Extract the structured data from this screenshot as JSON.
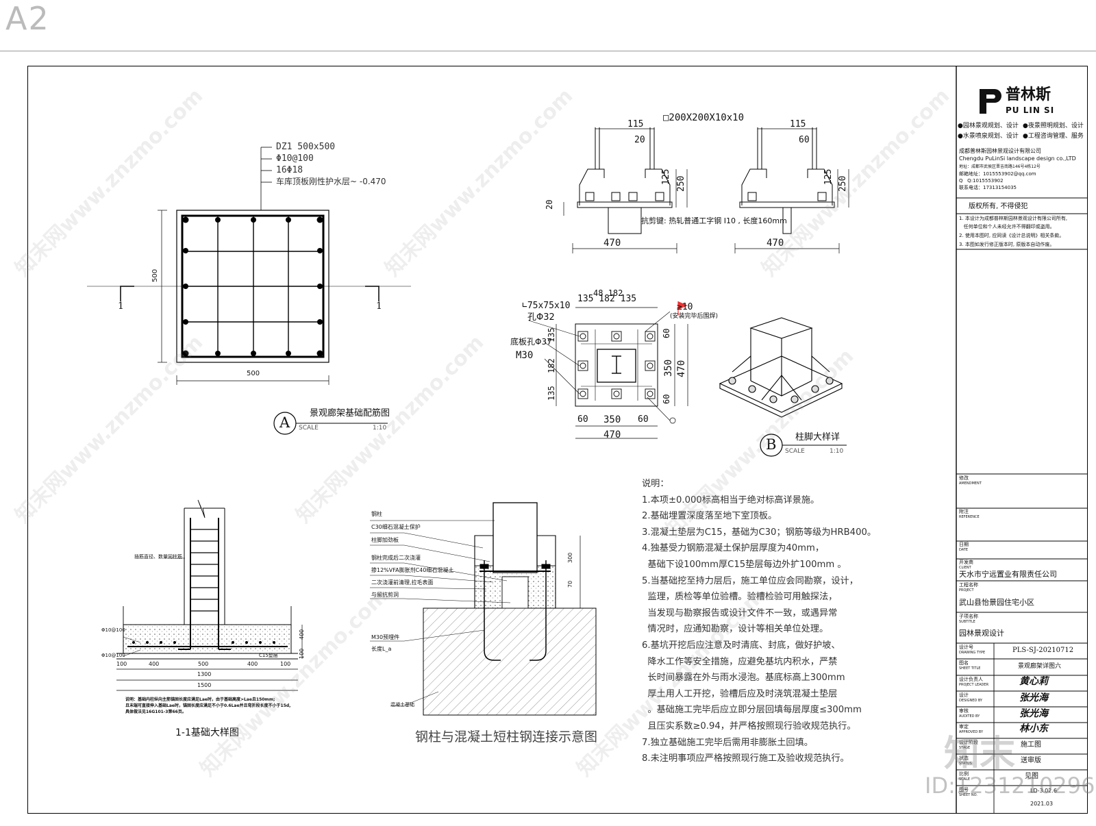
{
  "sheet_mark": "A2",
  "detail_a": {
    "title": "景观廊架基础配筋图",
    "badge": "A",
    "scale_label": "SCALE",
    "scale": "1:10",
    "callout": [
      "DZ1 500x500",
      "Φ10@100",
      "16Φ18",
      "车库顶板刚性护水层~ -0.470"
    ],
    "dim_width": "500",
    "dim_height": "500",
    "section_mark": "1"
  },
  "detail_b": {
    "title": "柱脚大样详",
    "badge": "B",
    "scale_label": "SCALE",
    "scale": "1:10",
    "tube": "□200X200X10x10",
    "dims_top": [
      "115",
      "20",
      "115",
      "60"
    ],
    "dims_side": [
      "125",
      "250",
      "125",
      "250"
    ],
    "dim_20": "20",
    "dim_470": "470",
    "key_note": "抗剪键: 热轧普通工字钢 I10 , 长度160mm",
    "angle": "∟75x75x10",
    "hole1": "孔Φ32",
    "hole2": "底板孔Φ37",
    "bolt": "M30",
    "plan_top_dims": "135 182 135",
    "plan_top_dims2": "48 182",
    "plan_left_dims": [
      "135",
      "182",
      "135"
    ],
    "plan_right_dims": [
      "60",
      "350",
      "60",
      "470"
    ],
    "plan_bottom_dims": [
      "60",
      "350",
      "60"
    ],
    "plan_bottom_total": "470",
    "weld": "≥10",
    "weld_note": "(安装完毕后围焊)"
  },
  "detail_11": {
    "title": "1-1基础大样图",
    "left_label": "插筋直径、数量同柱筋",
    "rebar1": "Φ10@100",
    "rebar2": "Φ10@100",
    "cushion": "C15垫层",
    "dims_row1": [
      "100",
      "400",
      "500",
      "400",
      "100"
    ],
    "dim_1300": "1300",
    "dim_1500": "1500",
    "dims_right": [
      "400",
      "100"
    ],
    "note": [
      "说明：基础内柱纵向主筋锚固长度应满足Lae时，由于基础高度>Lae且150mm;",
      "且末端可直接伸入基础Lae时，锚固长度应满足不小于0.6Lae并且弯折段长度不小于15d,",
      "具体做法见16G101-3第66页。"
    ]
  },
  "detail_conn": {
    "title": "钢柱与混凝土短柱钢连接示意图",
    "labels": [
      "钢柱",
      "C30细石混凝土保护",
      "柱脚加劲板",
      "钢柱完成后二次浇灌",
      "掺12%VFA膨胀剂C40细石混凝土",
      "二次浇灌前清理,拉毛表面",
      "与留抗剪洞",
      "M30预埋件",
      "长度L_a",
      "混凝土基础"
    ],
    "dim_300": "300",
    "dim_70": "70"
  },
  "notes": {
    "heading": "说明：",
    "lines": [
      "1.本项±0.000标高相当于绝对标高详景施。",
      "2.基础埋置深度落至地下室顶板。",
      "3.混凝土垫层为C15，基础为C30；钢筋等级为HRB400。",
      "4.独基受力钢筋混凝土保护层厚度为40mm，",
      "  基础下设100mm厚C15垫层每边外扩100mm 。",
      "5.当基础挖至持力层后，施工单位应会同勘察，设计，",
      "  监理，质检等单位验槽。验槽检验可用触探法，",
      "  当发现与勘察报告或设计文件不一致，或遇异常",
      "  情况时，应通知勘察，设计等相关单位处理。",
      "6.基坑开挖后应注意及时清底、封底，做好护坡、",
      "  降水工作等安全措施，应避免基坑内积水，严禁",
      "  长时间暴露在外与雨水浸泡。基底标高上300mm",
      "  厚土用人工开挖，验槽后应及时浇筑混凝土垫层",
      "  。基础施工完毕后应立即分层回填每层厚度≤300mm",
      "  且压实系数≥0.94，并严格按照现行验收规范执行。",
      "7.独立基础施工完毕后需用非膨胀土回填。",
      "8.未注明事项应严格按照现行施工及验收规范执行。"
    ]
  },
  "title_block": {
    "brand_cn": "普林斯",
    "brand_en": "PU LIN SI",
    "services": [
      "●园林景观规划、设计",
      "●夜景照明规划、设计",
      "●水景喷泉规划、设计",
      "●工程咨询管理、服务"
    ],
    "company_cn": "成都普林斯园林景观设计有限公司",
    "company_en": "Chengdu PuLinSi landscape design co.,LTD",
    "contact": [
      "地址：成都市武侯区晋吉南路146号4栋12号",
      "邮箱地址：1015553902@qq.com",
      "Q   Q:1015553902",
      "联系电话：17313154035"
    ],
    "copyright_title": "版权所有, 不得侵犯",
    "copyright_lines": [
      "1. 本设计为成都普林斯园林景观设计有限公司所有,",
      "   任何单位和个人未经允许不得翻印或盗用。",
      "2. 使用本图时, 应同读《设计总说明》相关条款。",
      "3. 本图如发行修正版本时, 原版本自动作废。"
    ],
    "amendment_cn": "修改",
    "amendment_en": "AMENDMENT",
    "reference_cn": "附注",
    "reference_en": "REFERENCE",
    "date_cn": "日期",
    "date_en": "DATE",
    "client_cn": "开发商",
    "client_en": "CLIENT",
    "client": "天水市宁远置业有限责任公司",
    "project_cn": "工程名称",
    "project_en": "PROJECT",
    "project": "武山县怡景园住宅小区",
    "subtitle_cn": "子项名称",
    "subtitle_en": "SUBTITLE",
    "subtitle": "园林景观设计",
    "drawing_type_cn": "设计号",
    "drawing_type_en": "DRAWING TYPE",
    "drawing_type": "PLS-SJ-20210712",
    "sheet_title_cn": "图名",
    "sheet_title_en": "SHEET TITLE",
    "sheet_title": "景观廊架详图六",
    "leader_cn": "设计负责人",
    "leader_en": "PROJECT LEADER",
    "leader_sign": "黄心莉",
    "designer_cn": "设计",
    "designer_en": "DESIGNED BY",
    "designer_sign": "张光海",
    "audited_cn": "审核",
    "audited_en": "AUDITED BY",
    "audited_sign": "张光海",
    "approved_cn": "审定",
    "approved_en": "APPROVED BY",
    "approved_sign": "林小东",
    "stage_cn": "设计阶段",
    "stage_en": "STAGE",
    "stage": "施工图",
    "status_cn": "状态",
    "status_en": "STATUS",
    "status": "送审版",
    "ratio_cn": "比例",
    "ratio_en": "SCALE",
    "ratio": "见图",
    "sheet_no_cn": "图号",
    "sheet_no_en": "SHEET NO.",
    "sheet_no": "LD-3.02.6",
    "date": "2021.03"
  },
  "watermark": {
    "text": "知末网www.znzmo.com",
    "logo": "知末",
    "id": "ID:1231210296"
  }
}
